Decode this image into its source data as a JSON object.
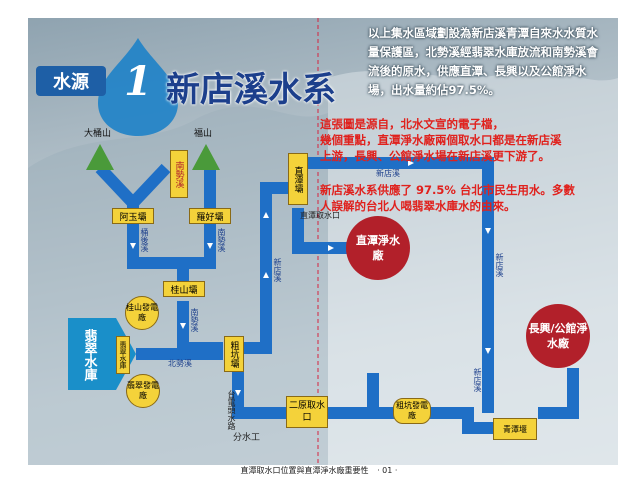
{
  "header": {
    "badge_text": "水源",
    "badge_number": "1",
    "title": "新店溪水系"
  },
  "intro_text": "以上集水區域劃設為新店溪青潭自來水水質水量保護區，北勢溪經翡翠水庫放流和南勢溪會流後的原水，供應直潭、長興以及公館淨水場，出水量約佔97.5%。",
  "annotation": {
    "line1": "這張圖是源自，北水文宣的電子檔，",
    "line2": "幾個重點，直潭淨水廠兩個取水口都是在新店溪",
    "line3": "上游，長興、公館淨水場在新店溪更下游了。",
    "line4": "新店溪水系供應了 97.5% 台北市民生用水。多數",
    "line5": "人誤解的台北人喝翡翠水庫水的由來。"
  },
  "diagram": {
    "mountains": {
      "datong": "大桶山",
      "fushan": "福山"
    },
    "weirs": {
      "ayu": "阿玉壩",
      "luohao": "羅好壩",
      "guishan": "桂山壩",
      "cukeng": "粗坑壩",
      "zhitan_dam": "直潭壩",
      "qingtan": "青潭堰"
    },
    "stations": {
      "nanshi_station": "南勢溪",
      "guishan_power": "桂山發電廠",
      "feicui_power": "翡翠發電廠",
      "cukeng_power": "粗坑發電廠"
    },
    "rivers": {
      "tonghou": "桶後溪",
      "nanshi_upper": "南勢溪",
      "nanshi_lower": "南勢溪",
      "beishi": "北勢溪",
      "xindian_left": "新店溪",
      "xindian_right": "新店溪",
      "xindian_top": "新店溪",
      "xindian_far": "新店溪"
    },
    "reservoir": "翡翠水庫",
    "plants": {
      "zhitan": "直潭淨水廠",
      "changxing": "長興/公館淨水廠"
    },
    "intake": "二原取水口",
    "taipower_canal": "台電頭水路",
    "branch": "分水工",
    "zhitan_intake_label": "直潭取水口"
  },
  "footer": {
    "caption": "直潭取水口位置與直潭淨水廠重要性",
    "page": "· 01 ·"
  },
  "colors": {
    "pipe_blue": "#1f6fc6",
    "plant_red": "#b2202a",
    "box_yellow": "#f4d23a",
    "box_border": "#8a6a16",
    "note_red": "#e0211d",
    "green": "#4a9a3a"
  }
}
